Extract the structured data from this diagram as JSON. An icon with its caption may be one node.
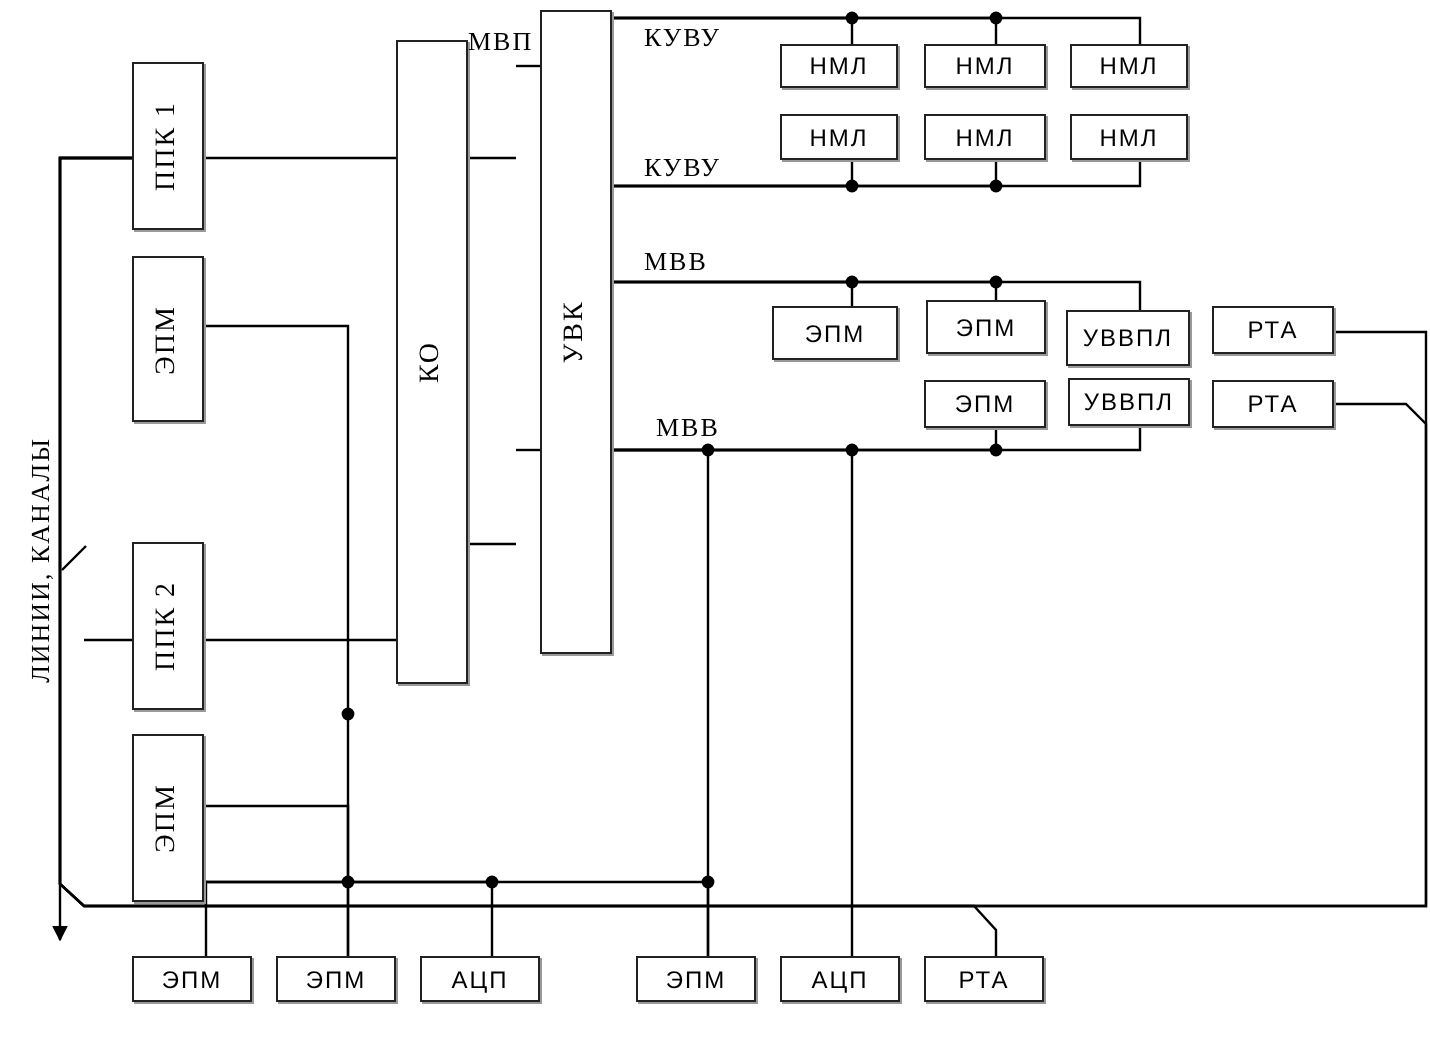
{
  "diagram": {
    "nodes": [
      {
        "text": [
          "ППК 1"
        ]
      },
      {
        "text": [
          "ЭПМ"
        ]
      },
      {
        "text": [
          "ППК 2"
        ]
      },
      {
        "text": [
          "ЭПМ"
        ]
      },
      {
        "text": [
          "КО"
        ]
      },
      {
        "text": [
          "УВК"
        ]
      },
      {
        "text": [
          "НМЛ"
        ]
      },
      {
        "text": [
          "НМЛ"
        ]
      },
      {
        "text": [
          "НМЛ"
        ]
      },
      {
        "text": [
          "НМЛ"
        ]
      },
      {
        "text": [
          "НМЛ"
        ]
      },
      {
        "text": [
          "НМЛ"
        ]
      },
      {
        "text": [
          "ЭПМ"
        ]
      },
      {
        "text": [
          "ЭПМ"
        ]
      },
      {
        "text": [
          "УВВПЛ"
        ]
      },
      {
        "text": [
          "РТА"
        ]
      },
      {
        "text": [
          "ЭПМ"
        ]
      },
      {
        "text": [
          "УВВПЛ"
        ]
      },
      {
        "text": [
          "РТА"
        ]
      },
      {
        "text": [
          "ЭПМ"
        ]
      },
      {
        "text": [
          "ЭПМ"
        ]
      },
      {
        "text": [
          "АЦП"
        ]
      },
      {
        "text": [
          "ЭПМ"
        ]
      },
      {
        "text": [
          "АЦП"
        ]
      },
      {
        "text": [
          "РТА"
        ]
      }
    ],
    "edges": [
      {
        "from": 5,
        "to": 6,
        "arrow": "none"
      },
      {
        "from": 5,
        "to": 7,
        "arrow": "none"
      },
      {
        "from": 5,
        "to": 8,
        "arrow": "none"
      },
      {
        "from": 5,
        "to": 9,
        "arrow": "none"
      },
      {
        "from": 5,
        "to": 10,
        "arrow": "none"
      },
      {
        "from": 5,
        "to": 11,
        "arrow": "none"
      },
      {
        "from": 5,
        "to": 12,
        "arrow": "none"
      },
      {
        "from": 5,
        "to": 13,
        "arrow": "none"
      },
      {
        "from": 5,
        "to": 14,
        "arrow": "none"
      },
      {
        "from": 5,
        "to": 16,
        "arrow": "none"
      },
      {
        "from": 5,
        "to": 17,
        "arrow": "none"
      },
      {
        "from": 5,
        "to": 22,
        "arrow": "none"
      },
      {
        "from": 5,
        "to": 23,
        "arrow": "none"
      },
      {
        "from": 0,
        "to": 4,
        "arrow": "none"
      },
      {
        "from": 2,
        "to": 4,
        "arrow": "none"
      },
      {
        "from": 1,
        "to": 20,
        "arrow": "none"
      },
      {
        "from": 3,
        "to": 20,
        "arrow": "none"
      },
      {
        "from": 3,
        "to": 19,
        "arrow": "none"
      },
      {
        "from": 3,
        "to": 21,
        "arrow": "none"
      },
      {
        "from": 3,
        "to": 22,
        "arrow": "none"
      },
      {
        "from": 0,
        "to": null,
        "arrow": "to"
      },
      {
        "from": 2,
        "to": null,
        "arrow": "none"
      },
      {
        "from": 15,
        "to": 0,
        "arrow": "none"
      },
      {
        "from": 18,
        "to": 0,
        "arrow": "none"
      },
      {
        "from": 24,
        "to": 0,
        "arrow": "none"
      }
    ],
    "labels": [
      "МВП",
      "КУВУ",
      "КУВУ",
      "МВВ",
      "МВВ",
      "ЛИНИИ, КАНАЛЫ"
    ]
  }
}
